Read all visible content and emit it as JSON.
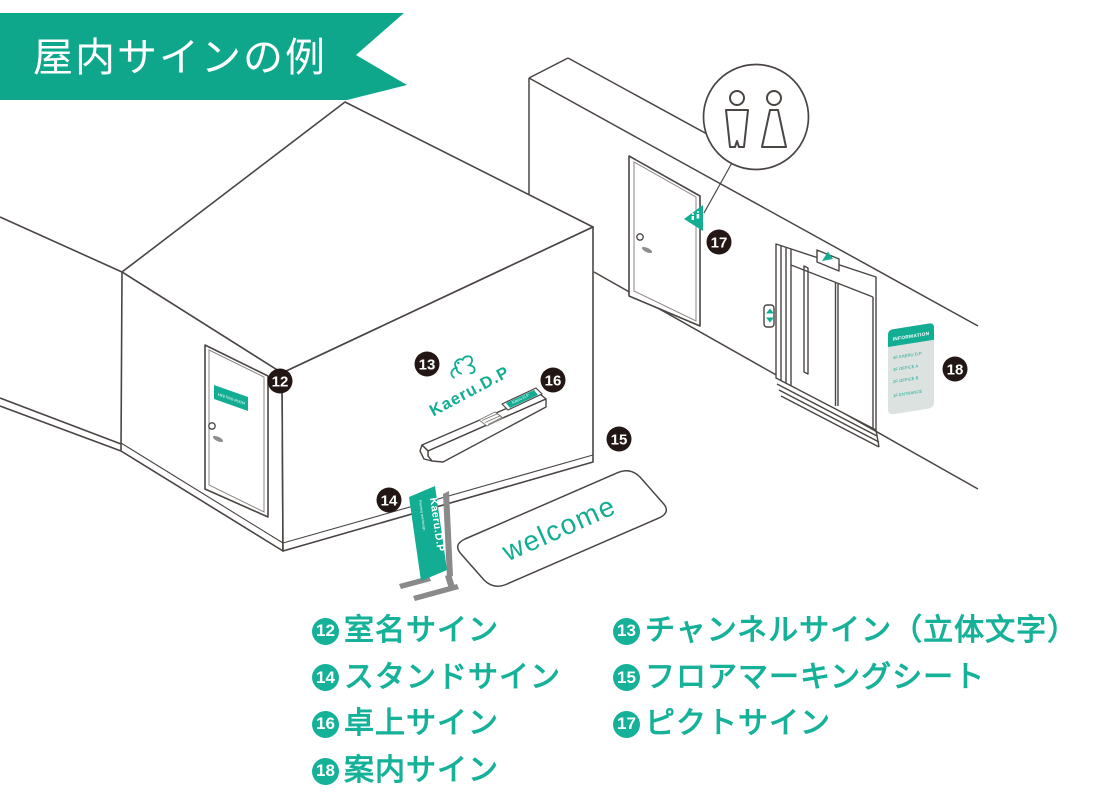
{
  "banner": {
    "title": "屋内サインの例",
    "bg_color": "#0FA78C",
    "text_color": "#ffffff"
  },
  "colors": {
    "accent_teal": "#12AD93",
    "legend_teal": "#15B299",
    "outline": "#4A4543",
    "marker_black": "#221714",
    "stand_gray": "#8A8A8A",
    "card_gray": "#DCE2E0"
  },
  "scene": {
    "markers": {
      "m12": "12",
      "m13": "13",
      "m14": "14",
      "m15": "15",
      "m16": "16",
      "m17": "17",
      "m18": "18"
    },
    "room_name_sign": {
      "label": "MEETING ROOM"
    },
    "channel_sign": {
      "label": "Kaeru.D.P"
    },
    "stand_sign": {
      "small_label": "Planning and design",
      "label": "Kaeru.D.P"
    },
    "desktop_sign": {
      "label": "Kaeru.D.P"
    },
    "floor_marking_sheet": {
      "label": "welcome"
    },
    "info_sign": {
      "header": "INFORMATION",
      "lines": [
        "4F KAERU D.P",
        "3F OFFICE A",
        "2F OFFICE B",
        "1F ENTRANCE"
      ]
    }
  },
  "legend": {
    "left": [
      {
        "num": "12",
        "label": "室名サイン"
      },
      {
        "num": "14",
        "label": "スタンドサイン"
      },
      {
        "num": "16",
        "label": "卓上サイン"
      },
      {
        "num": "18",
        "label": "案内サイン"
      }
    ],
    "right": [
      {
        "num": "13",
        "label": "チャンネルサイン（立体文字）"
      },
      {
        "num": "15",
        "label": "フロアマーキングシート"
      },
      {
        "num": "17",
        "label": "ピクトサイン"
      }
    ]
  }
}
